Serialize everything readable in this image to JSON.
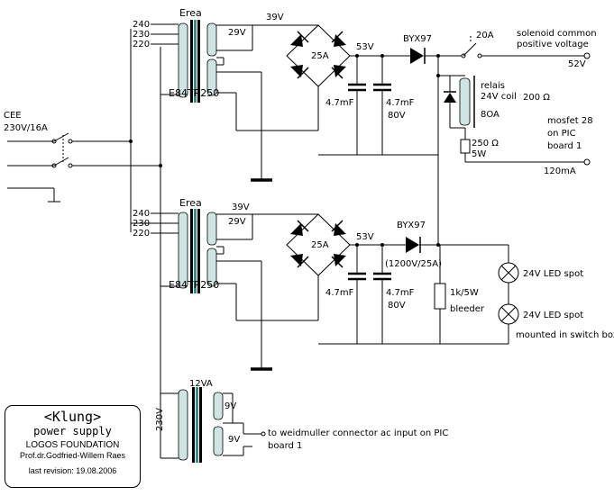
{
  "title_block": {
    "name": "<Klung>",
    "subtitle": "power supply",
    "organization": "LOGOS FOUNDATION",
    "author": "Prof.dr.Godfried-Willem Raes",
    "revision": "last revision: 19.08.2006"
  },
  "mains": {
    "connector": "CEE",
    "rating": "230V/16A"
  },
  "transformer_top": {
    "brand": "Erea",
    "model": "E84TR250",
    "taps": [
      "240",
      "230",
      "220"
    ],
    "secondary_a": "29V",
    "secondary_total": "39V"
  },
  "transformer_bottom": {
    "brand": "Erea",
    "model": "E84TR250",
    "taps": [
      "240",
      "230",
      "220"
    ],
    "secondary_a": "29V",
    "secondary_total": "39V"
  },
  "transformer_small": {
    "rating": "12VA",
    "primary": "230V",
    "secondary_a": "9V",
    "secondary_b": "9V"
  },
  "rectifier_top": {
    "current": "25A",
    "dc_voltage": "53V"
  },
  "rectifier_bottom": {
    "current": "25A",
    "dc_voltage": "53V"
  },
  "capacitors_top": {
    "c1": "4.7mF",
    "c2": "4.7mF",
    "voltage": "80V"
  },
  "capacitors_bottom": {
    "c1": "4.7mF",
    "c2": "4.7mF",
    "voltage": "80V"
  },
  "diode_top": {
    "label": "BYX97"
  },
  "diode_bottom": {
    "label": "BYX97",
    "rating": "(1200V/25A)"
  },
  "switch_output": {
    "rating": "20A"
  },
  "solenoid_output": {
    "label_line1": "solenoid common",
    "label_line2": "positive voltage",
    "voltage": "52V"
  },
  "relay": {
    "line1": "relais",
    "line2": "24V coil",
    "line3": "8OA",
    "resistance": "200 Ω"
  },
  "resistor_relay": {
    "value": "250 Ω",
    "power": "5W"
  },
  "mosfet": {
    "line1": "mosfet 28",
    "line2": "on PIC",
    "line3": "board 1",
    "current": "120mA"
  },
  "bleeder": {
    "value": "1k/5W",
    "label": "bleeder"
  },
  "led_spots": {
    "spot1": "24V LED spot",
    "spot2": "24V LED spot",
    "note": "mounted in switch box"
  },
  "weidmuller": {
    "line1": "to weidmuller connector ac input on PIC",
    "line2": "board 1"
  }
}
